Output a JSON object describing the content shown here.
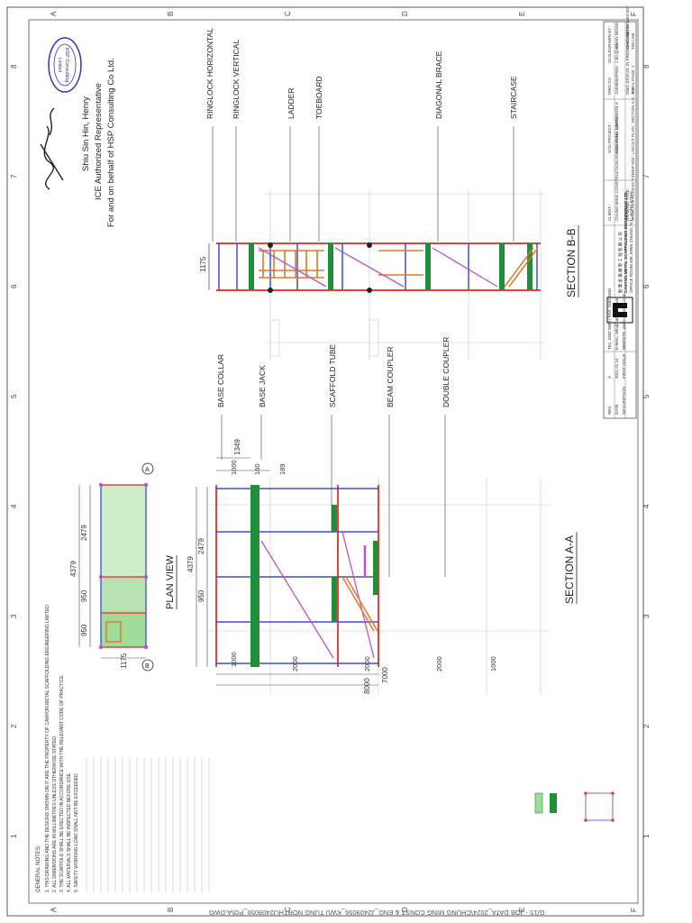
{
  "border": {
    "top_numbers": [
      "1",
      "2",
      "3",
      "4",
      "5",
      "6",
      "7",
      "8"
    ],
    "side_letters": [
      "A",
      "B",
      "C",
      "D",
      "E",
      "F"
    ]
  },
  "stamp": {
    "company_top": "HSP Consulting",
    "company_bottom": "Limited"
  },
  "signature_block": {
    "name": "Shiu Sin Hin, Henry",
    "role": "ICE Authorized Representative",
    "behalf": "For and on behalf of HSP Consulting Co Ltd."
  },
  "labels_bb": {
    "ringlock_horizontal": "RINGLOCK HORIZONTAL",
    "ringlock_vertical": "RINGLOCK VERTICAL",
    "ladder": "LADDER",
    "toeboard": "TOEBOARD",
    "diagonal_brace": "DIAGONAL BRACE",
    "staircase": "STAIRCASE"
  },
  "labels_aa": {
    "base_collar": "BASE COLLAR",
    "base_jack": "BASE JACK",
    "scaffold_tube": "SCAFFOLD TUBE",
    "beam_coupler": "BEAM COUPLER",
    "double_coupler": "DOUBLE COUPLER"
  },
  "titles": {
    "section_bb": "SECTION B-B",
    "section_aa": "SECTION A-A",
    "plan_view": "PLAN VIEW"
  },
  "dims": {
    "bb_height": "1175",
    "aa_1349": "1349",
    "aa_1000": "1000",
    "aa_160": "160",
    "aa_189": "189",
    "aa_2479": "2479",
    "aa_4379": "4379",
    "aa_950": "950",
    "aa_bottom": [
      "1000",
      "2000",
      "2000",
      "2000",
      "1000"
    ],
    "aa_7000": "7000",
    "aa_8000": "8000",
    "plan_4379": "4379",
    "plan_2479": "2479",
    "plan_950a": "950",
    "plan_950b": "950",
    "plan_1175": "1175",
    "marker_a": "A",
    "marker_b": "B"
  },
  "general_notes": {
    "heading": "GENERAL NOTES:",
    "items": [
      "1. THIS DRAWING AND THE DESIGNS SHOWN ON IT ARE THE PROPERTY OF CANYON METAL SCAFFOLDING ENGINEERING LIMITED.",
      "2. ALL DIMENSIONS ARE IN MILLIMETRES UNLESS OTHERWISE STATED.",
      "3. THE SCAFFOLD SHALL BE ERECTED IN ACCORDANCE WITH THE RELEVANT CODE OF PRACTICE.",
      "4. ALL MATERIALS SHALL BE INSPECTED BEFORE USE.",
      "5. SAFETY WORKING LOAD SHALL NOT BE EXCEEDED."
    ]
  },
  "title_block": {
    "client_label": "CLIENT :",
    "client": "CHUNG MING CONSTRUCTION ENGINEERING LIMITED",
    "project_label": "G/15 PROJECT :",
    "project": "KWU TUNG NORTH SITE 6",
    "drawing_title_label": "DRAWING TITLE :",
    "drawing_title": "RINGLOCK ACCESS TOWER V03 - LAYOUT PLAN , SECTION A-A , B-B",
    "company_en": "CANYON METAL SCAFFOLDING ENGINEERING LTD.",
    "company_cn": "勤 業 金 屬 棚 架 工 程 有 限 公 司",
    "office": "OFFICE ROOM 405, KWAI CHUNG, N.T., HONG KONG",
    "tel": "TEL: 2402 2690 / FAX: 2402 2540",
    "email": "E-MAIL: info@canyonhk.com",
    "website": "WEBSITE: www.canyonhk.com",
    "dwg_no_label": "DWG NO",
    "dwg_no": "J2409056/P05A",
    "scale_label": "SCALE",
    "scale": "1:60 @ A3",
    "status": "DWG STATUS: IN PREPARATION",
    "total_pages": "TOTAL PAGE: 1",
    "drawn_by_label": "DRAWN BY :",
    "drawn_by": "HIMAN WONG",
    "checked_by_label": "CHECKED BY :",
    "checked_by": "TIM LAM",
    "approved_by_label": "APPROVED BY :",
    "revision_headers": [
      "REV",
      "DATE",
      "DESCRIPTION"
    ],
    "revision_row": [
      "A",
      "2021.01.24",
      "FIRST ISSUE"
    ]
  },
  "file_path": "G/15 - JOB DATA_2024\\CHUNG MING CONST & ENG_J2409056_KWU TUNG NORTH\\J2409056_P05A.DWG",
  "colors": {
    "line": "#444444",
    "tube_red": "#e8433a",
    "tube_blue": "#3c4ddc",
    "tube_green": "#1f8f3a",
    "brace_magenta": "#c050c8",
    "stair_orange": "#e07a2a",
    "deck_green": "#9fdc9a"
  }
}
